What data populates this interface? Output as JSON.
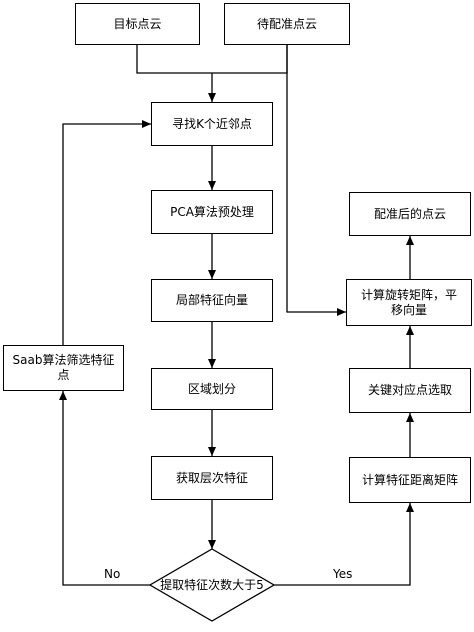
{
  "diagram": {
    "nodes": {
      "target_cloud": "目标点云",
      "source_cloud": "待配准点云",
      "knn": "寻找K个近邻点",
      "pca": "PCA算法预处理",
      "local_feature": "局部特征向量",
      "region_split": "区域划分",
      "layer_feature": "获取层次特征",
      "decision": "提取特征次数大于5",
      "saab": "Saab算法筛选特征点",
      "distance_matrix": "计算特征距离矩阵",
      "keypoint_select": "关键对应点选取",
      "rotation_translation": "计算旋转矩阵，平移向量",
      "registered_cloud": "配准后的点云"
    },
    "edge_labels": {
      "no": "No",
      "yes": "Yes"
    }
  }
}
